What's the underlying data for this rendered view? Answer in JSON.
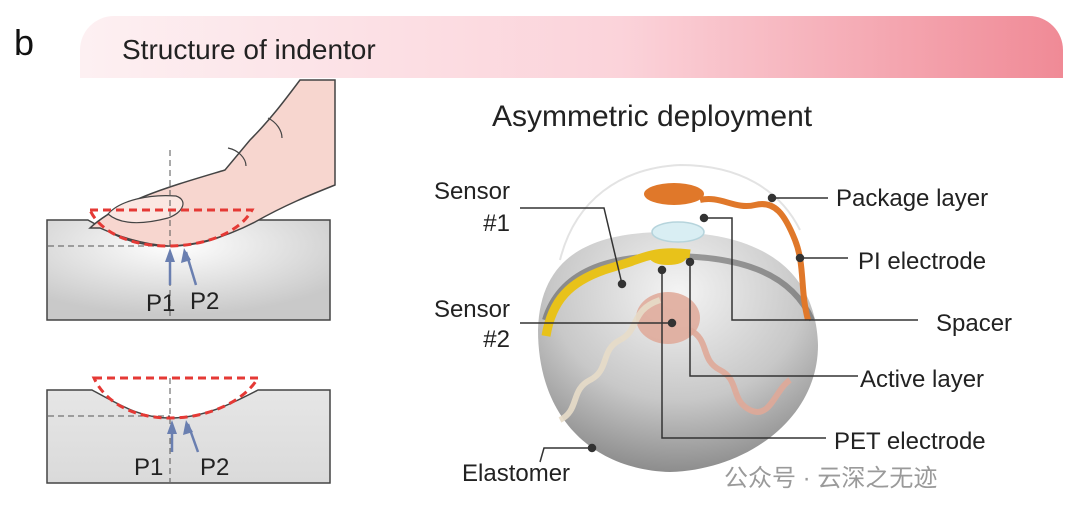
{
  "panel_letter": "b",
  "header": {
    "title": "Structure of indentor"
  },
  "subtitle": "Asymmetric deployment",
  "left_top": {
    "p1": "P1",
    "p2": "P2"
  },
  "left_bottom": {
    "p1": "P1",
    "p2": "P2"
  },
  "labels": {
    "sensor1_line1": "Sensor",
    "sensor1_line2": "#1",
    "sensor2_line1": "Sensor",
    "sensor2_line2": "#2",
    "package_layer": "Package layer",
    "pi_electrode": "PI electrode",
    "spacer": "Spacer",
    "active_layer": "Active layer",
    "pet_electrode": "PET electrode",
    "elastomer": "Elastomer"
  },
  "watermark": "公众号 · 云深之无迹",
  "colors": {
    "header_gradient_end": "#f08a96",
    "dashed_outline": "#e53935",
    "arrow": "#6a7fb0",
    "package_orange": "#e0782a",
    "sensor_yellow": "#e8c21a"
  }
}
